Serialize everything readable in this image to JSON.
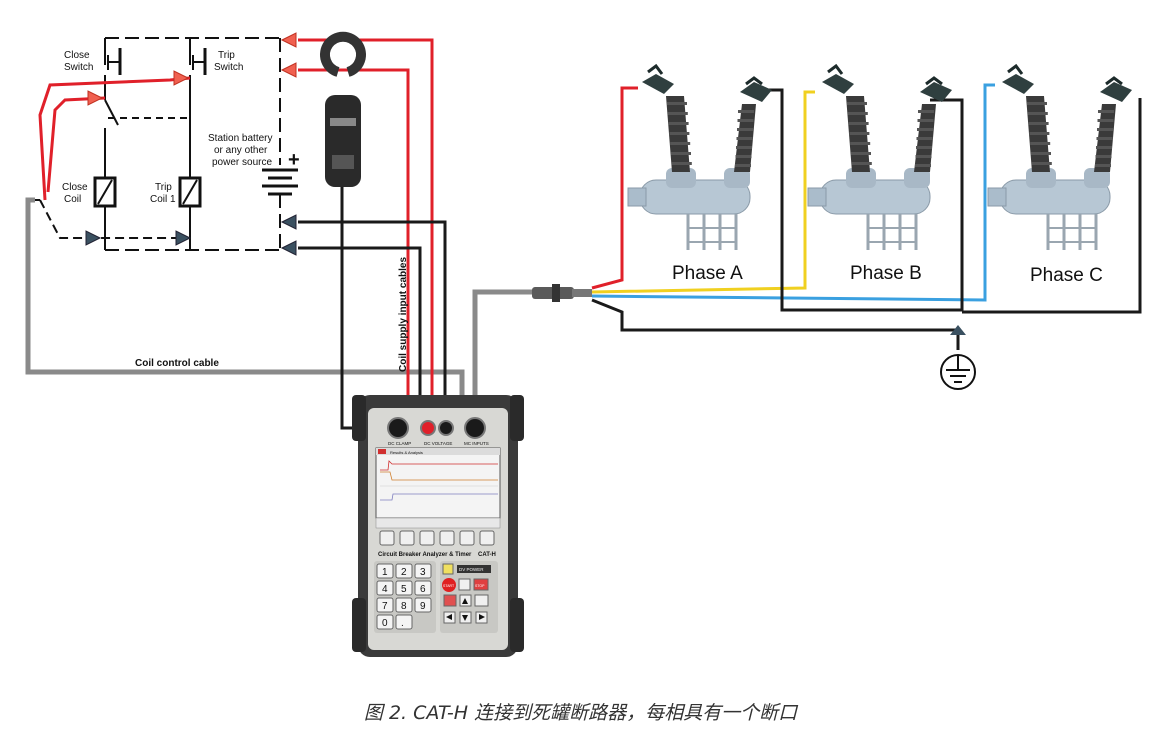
{
  "labels": {
    "close_switch_1": "Close",
    "close_switch_2": "Switch",
    "trip_switch_1": "Trip",
    "trip_switch_2": "Switch",
    "battery_1": "Station battery",
    "battery_2": "or any other",
    "battery_3": "power source",
    "plus": "+",
    "close_coil_1": "Close",
    "close_coil_2": "Coil",
    "trip_coil_1": "Trip",
    "trip_coil_2": "Coil 1",
    "coil_supply": "Coil supply input cables",
    "coil_control": "Coil control cable",
    "phase_a": "Phase A",
    "phase_b": "Phase B",
    "phase_c": "Phase C"
  },
  "device": {
    "port_dc_clamp": "DC CLAMP",
    "port_dc_voltage": "DC VOLTAGE",
    "port_mc_inputs": "MC INPUTS",
    "model_label": "Circuit Breaker Analyzer & Timer",
    "model_name": "CAT-H",
    "brand": "DV POWER",
    "screen_title": "Results & Analysis",
    "keys": [
      "1",
      "2",
      "3",
      "4",
      "5",
      "6",
      "7",
      "8",
      "9",
      "0",
      "."
    ],
    "start_key": "START",
    "stop_key": "STOP"
  },
  "caption": "图 2. CAT-H 连接到死罐断路器，每相具有一个断口",
  "colors": {
    "red": "#e0202a",
    "yellow": "#f0d020",
    "blue": "#3aa0e0",
    "black": "#1a1a1a",
    "gray": "#8a8a8a"
  }
}
